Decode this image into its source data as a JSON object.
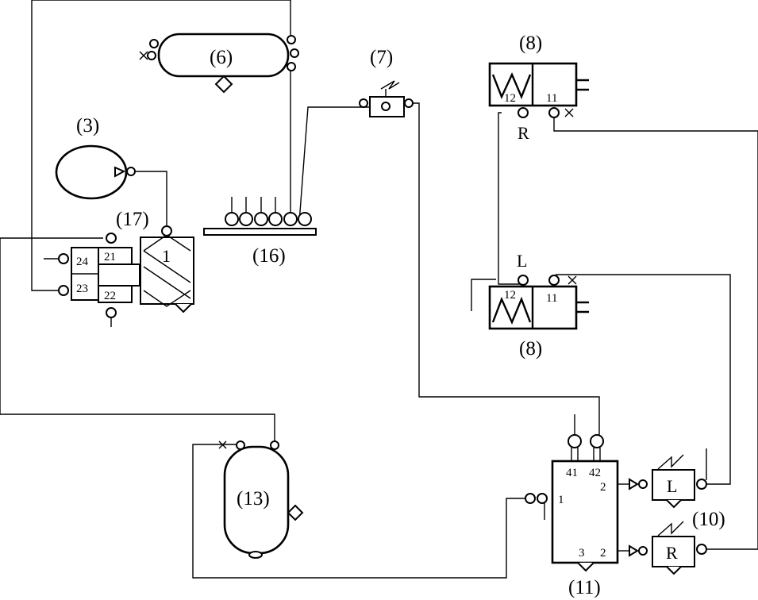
{
  "labels": {
    "c3": "(3)",
    "c6": "(6)",
    "c7": "(7)",
    "c8_top": "(8)",
    "c8_bottom": "(8)",
    "c10": "(10)",
    "c11": "(11)",
    "c13": "(13)",
    "c16": "(16)",
    "c17": "(17)"
  },
  "brake_valve": {
    "center_label": "1",
    "ports": [
      "24",
      "21",
      "23",
      "22"
    ]
  },
  "chamber_top": {
    "ports": [
      "12",
      "11"
    ],
    "side": "R"
  },
  "chamber_bottom": {
    "ports": [
      "12",
      "11"
    ],
    "side": "L"
  },
  "relay_valve": {
    "ports": [
      "41",
      "42",
      "1",
      "2",
      "3",
      "2"
    ]
  },
  "valve_left": "L",
  "valve_right": "R"
}
